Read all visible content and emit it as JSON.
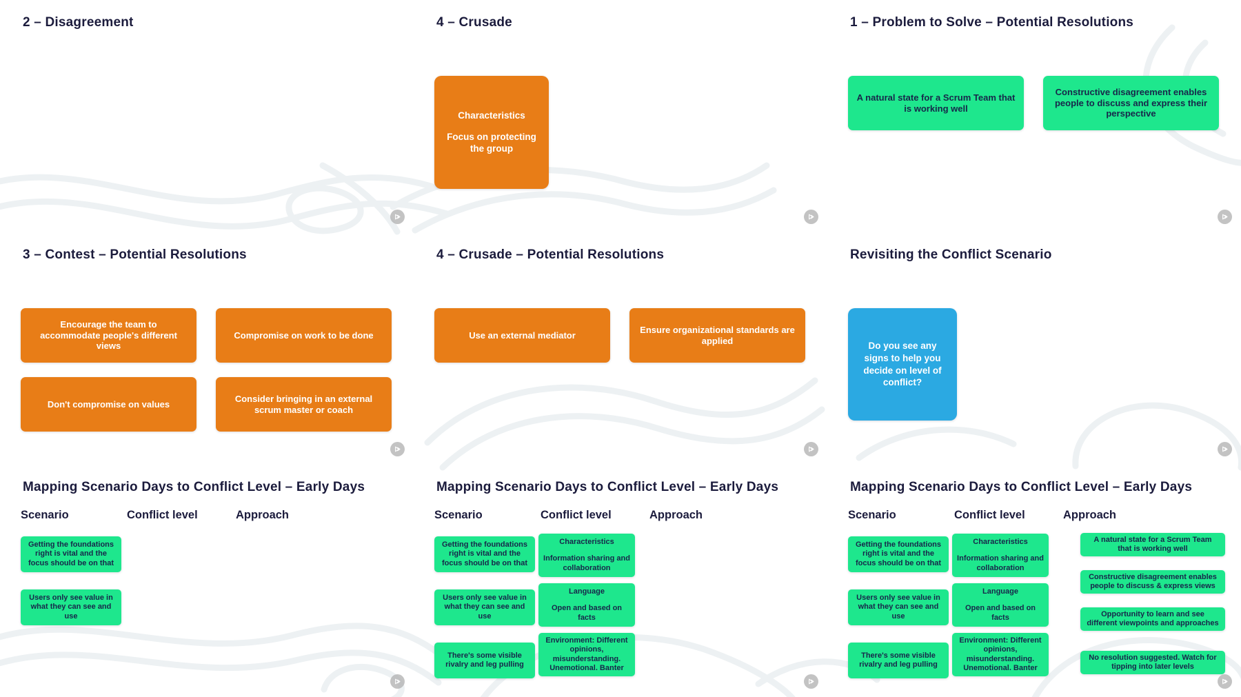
{
  "colors": {
    "orange": "#E87D17",
    "green": "#1EE78D",
    "blue": "#2BA9E2",
    "title_ink": "#1B1B3C",
    "sticky_ink": "#17274A",
    "white_text": "#FFFFFF",
    "icon_gray": "#B3B3B3",
    "contour_line": "#EDF1F3"
  },
  "icons": {
    "frame_button": "play-outline-icon"
  },
  "frames": [
    {
      "title": "2 – Disagreement",
      "stickies": []
    },
    {
      "title": "4 – Crusade",
      "stickies": [
        {
          "kind": "square",
          "color": "orange",
          "lines": [
            "Characteristics",
            "Focus on protecting the group"
          ]
        }
      ]
    },
    {
      "title": "1 – Problem to Solve – Potential Resolutions",
      "stickies": [
        {
          "kind": "wide",
          "color": "green",
          "lines": [
            "A natural state for a Scrum Team that is working well"
          ]
        },
        {
          "kind": "wide",
          "color": "green",
          "lines": [
            "Constructive disagreement enables people to discuss and express their perspective"
          ]
        }
      ]
    },
    {
      "title": "3 – Contest – Potential Resolutions",
      "stickies": [
        {
          "kind": "wide",
          "color": "orange",
          "lines": [
            "Encourage the team to accommodate people's different views"
          ]
        },
        {
          "kind": "wide",
          "color": "orange",
          "lines": [
            "Compromise on work to be done"
          ]
        },
        {
          "kind": "wide",
          "color": "orange",
          "lines": [
            "Don't compromise on values"
          ]
        },
        {
          "kind": "wide",
          "color": "orange",
          "lines": [
            "Consider bringing in an external scrum master or coach"
          ]
        }
      ]
    },
    {
      "title": "4 – Crusade – Potential Resolutions",
      "stickies": [
        {
          "kind": "wide",
          "color": "orange",
          "lines": [
            "Use an external mediator"
          ]
        },
        {
          "kind": "wide",
          "color": "orange",
          "lines": [
            "Ensure organizational standards are applied"
          ]
        }
      ]
    },
    {
      "title": "Revisiting the Conflict Scenario",
      "stickies": [
        {
          "kind": "square",
          "color": "blue",
          "lines": [
            "Do you see any signs to help you decide on level of conflict?"
          ]
        }
      ]
    },
    {
      "title": "Mapping Scenario Days to Conflict Level – Early Days",
      "columns": [
        {
          "key": "scenario",
          "header": "Scenario",
          "stickies": [
            {
              "kind": "sm",
              "color": "green",
              "lines": [
                "Getting the foundations right is vital and the focus should be on that"
              ]
            },
            {
              "kind": "sm",
              "color": "green",
              "lines": [
                "Users only see value in what they can see and use"
              ]
            }
          ]
        },
        {
          "key": "conflict",
          "header": "Conflict level",
          "stickies": []
        },
        {
          "key": "approach",
          "header": "Approach",
          "stickies": []
        }
      ]
    },
    {
      "title": "Mapping Scenario Days to Conflict Level – Early Days",
      "columns": [
        {
          "key": "scenario",
          "header": "Scenario",
          "stickies": [
            {
              "kind": "sm",
              "color": "green",
              "lines": [
                "Getting the foundations right is vital and the focus should be on that"
              ]
            },
            {
              "kind": "sm",
              "color": "green",
              "lines": [
                "Users only see value in what they can see and use"
              ]
            },
            {
              "kind": "sm",
              "color": "green",
              "lines": [
                "There's some visible rivalry and leg pulling"
              ]
            }
          ]
        },
        {
          "key": "conflict",
          "header": "Conflict level",
          "stickies": [
            {
              "kind": "md",
              "color": "green",
              "lines": [
                "Characteristics",
                "Information sharing and collaboration"
              ]
            },
            {
              "kind": "md",
              "color": "green",
              "lines": [
                "Language",
                "Open and based on facts"
              ]
            },
            {
              "kind": "md",
              "color": "green",
              "lines": [
                "Environment: Different opinions, misunderstanding. Unemotional. Banter"
              ]
            }
          ]
        },
        {
          "key": "approach",
          "header": "Approach",
          "stickies": []
        }
      ]
    },
    {
      "title": "Mapping Scenario Days to Conflict Level – Early Days",
      "columns": [
        {
          "key": "scenario",
          "header": "Scenario",
          "stickies": [
            {
              "kind": "sm",
              "color": "green",
              "lines": [
                "Getting the foundations right is vital and the focus should be on that"
              ]
            },
            {
              "kind": "sm",
              "color": "green",
              "lines": [
                "Users only see value in what they can see and use"
              ]
            },
            {
              "kind": "sm",
              "color": "green",
              "lines": [
                "There's some visible rivalry and leg pulling"
              ]
            }
          ]
        },
        {
          "key": "conflict",
          "header": "Conflict level",
          "stickies": [
            {
              "kind": "md",
              "color": "green",
              "lines": [
                "Characteristics",
                "Information sharing and collaboration"
              ]
            },
            {
              "kind": "md",
              "color": "green",
              "lines": [
                "Language",
                "Open and based on facts"
              ]
            },
            {
              "kind": "md",
              "color": "green",
              "lines": [
                "Environment: Different opinions, misunderstanding. Unemotional. Banter"
              ]
            }
          ]
        },
        {
          "key": "approach",
          "header": "Approach",
          "stickies": [
            {
              "kind": "thin",
              "color": "green",
              "lines": [
                "A natural state for a Scrum Team that is working well"
              ]
            },
            {
              "kind": "thin",
              "color": "green",
              "lines": [
                "Constructive disagreement enables people to discuss & express views"
              ]
            },
            {
              "kind": "thin",
              "color": "green",
              "lines": [
                "Opportunity to learn and see different viewpoints and approaches"
              ]
            },
            {
              "kind": "thin",
              "color": "green",
              "lines": [
                "No resolution suggested. Watch for tipping into later levels"
              ]
            }
          ]
        }
      ]
    }
  ]
}
